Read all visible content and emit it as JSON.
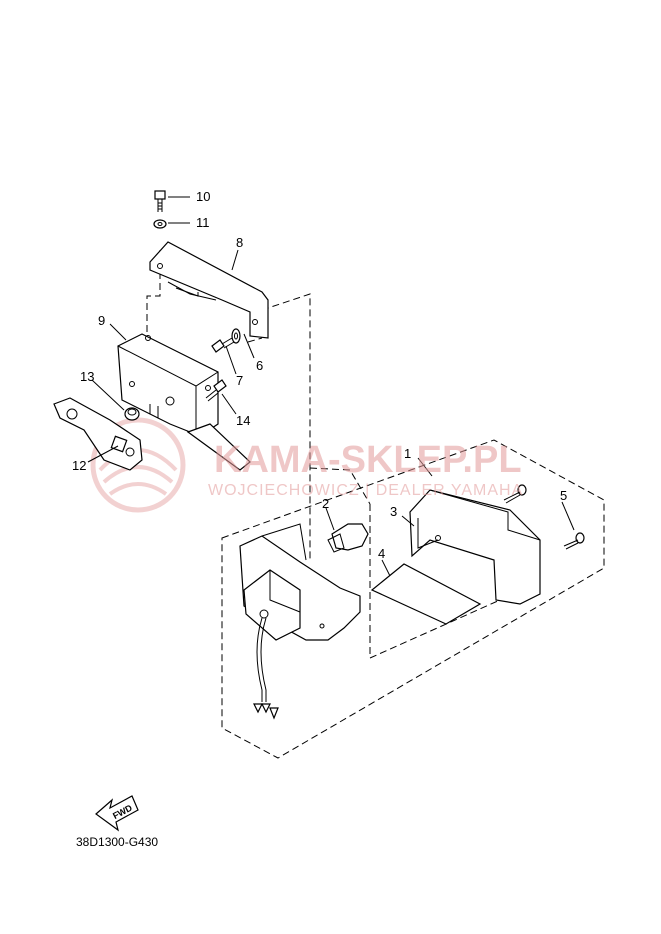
{
  "diagram": {
    "code": "38D1300-G430",
    "fwd_label": "FWD",
    "watermark": {
      "main": "KAMA-SKLEP.PL",
      "sub": "WOJCIECHOWICZ | DEALER YAMAHA"
    },
    "parts": [
      {
        "number": "1"
      },
      {
        "number": "2"
      },
      {
        "number": "3"
      },
      {
        "number": "4"
      },
      {
        "number": "5"
      },
      {
        "number": "6"
      },
      {
        "number": "7"
      },
      {
        "number": "8"
      },
      {
        "number": "9"
      },
      {
        "number": "10"
      },
      {
        "number": "11"
      },
      {
        "number": "12"
      },
      {
        "number": "13"
      },
      {
        "number": "14"
      }
    ],
    "colors": {
      "line": "#000000",
      "watermark": "#e39a9a",
      "background": "#ffffff"
    }
  }
}
